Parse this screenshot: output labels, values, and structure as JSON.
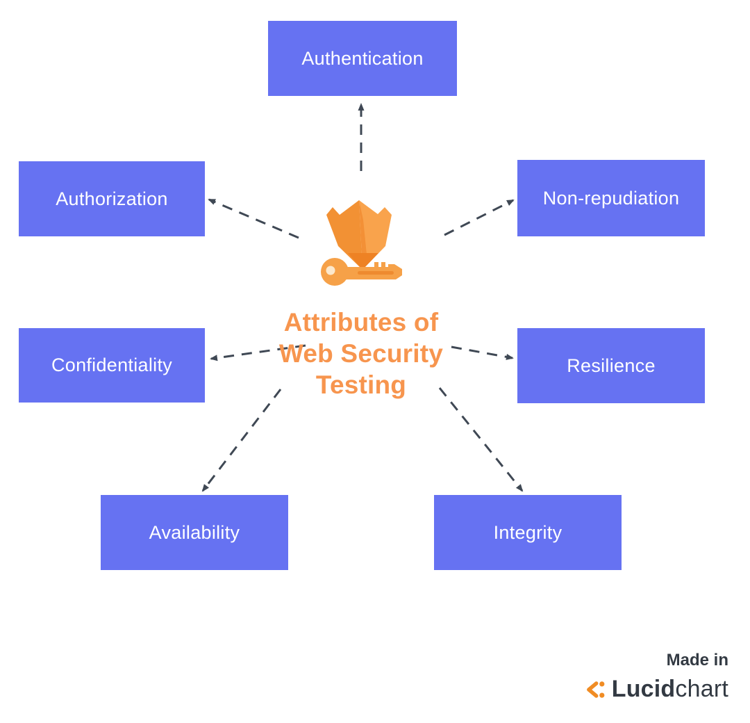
{
  "diagram": {
    "title": "Attributes of Web Security Testing",
    "title_lines": [
      "Attributes of",
      "Web Security",
      "Testing"
    ],
    "center_icon": "shield-key-icon",
    "nodes": [
      {
        "id": "authentication",
        "label": "Authentication"
      },
      {
        "id": "authorization",
        "label": "Authorization"
      },
      {
        "id": "non-repudiation",
        "label": "Non-repudiation"
      },
      {
        "id": "confidentiality",
        "label": "Confidentiality"
      },
      {
        "id": "resilience",
        "label": "Resilience"
      },
      {
        "id": "availability",
        "label": "Availability"
      },
      {
        "id": "integrity",
        "label": "Integrity"
      }
    ],
    "connections": [
      {
        "from": "center",
        "to": "authentication"
      },
      {
        "from": "center",
        "to": "authorization"
      },
      {
        "from": "center",
        "to": "non-repudiation"
      },
      {
        "from": "center",
        "to": "confidentiality"
      },
      {
        "from": "center",
        "to": "resilience"
      },
      {
        "from": "center",
        "to": "availability"
      },
      {
        "from": "center",
        "to": "integrity"
      }
    ],
    "colors": {
      "node_fill": "#6672F2",
      "node_text": "#FFFFFF",
      "title_orange": "#F7954E",
      "connector": "#3F4854",
      "shield_light": "#F9A34C",
      "shield_dark": "#F29134",
      "shield_shadow": "#EE8224",
      "key_fill": "#F6A148",
      "key_hole": "#FCE8CC",
      "brand_orange": "#F08C24",
      "brand_text": "#333A43"
    }
  },
  "footer": {
    "made_in": "Made in",
    "brand_bold": "Lucid",
    "brand_light": "chart"
  }
}
